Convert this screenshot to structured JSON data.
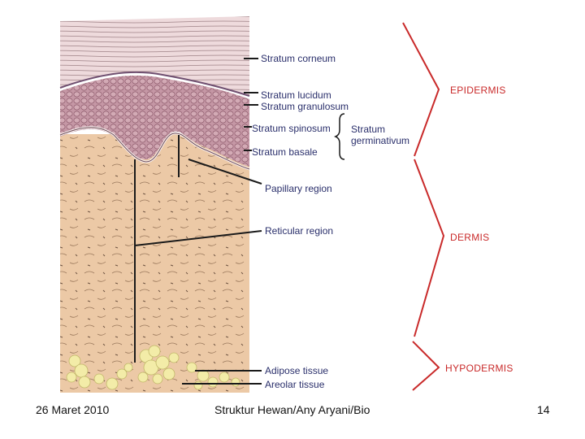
{
  "labels": {
    "stratum_corneum": "Stratum corneum",
    "stratum_lucidum": "Stratum lucidum",
    "stratum_granulosum": "Stratum granulosum",
    "stratum_spinosum": "Stratum spinosum",
    "stratum_basale": "Stratum basale",
    "stratum_germinativum_line1": "Stratum",
    "stratum_germinativum_line2": "germinativum",
    "papillary_region": "Papillary region",
    "reticular_region": "Reticular region",
    "adipose_tissue": "Adipose tissue",
    "areolar_tissue": "Areolar tissue"
  },
  "layers": {
    "epidermis": "EPIDERMIS",
    "dermis": "DERMIS",
    "hypodermis": "HYPODERMIS"
  },
  "footer": {
    "date": "26 Maret 2010",
    "title": "Struktur Hewan/Any Aryani/Bio",
    "page": "14"
  },
  "colors": {
    "corneum": "#e9d4d6",
    "epidermis_cells": "#c08f9f",
    "dermis": "#eccaa6",
    "fat": "#f3eca8",
    "leader": "#1a1a1a",
    "red_bracket": "#c92a2a"
  }
}
